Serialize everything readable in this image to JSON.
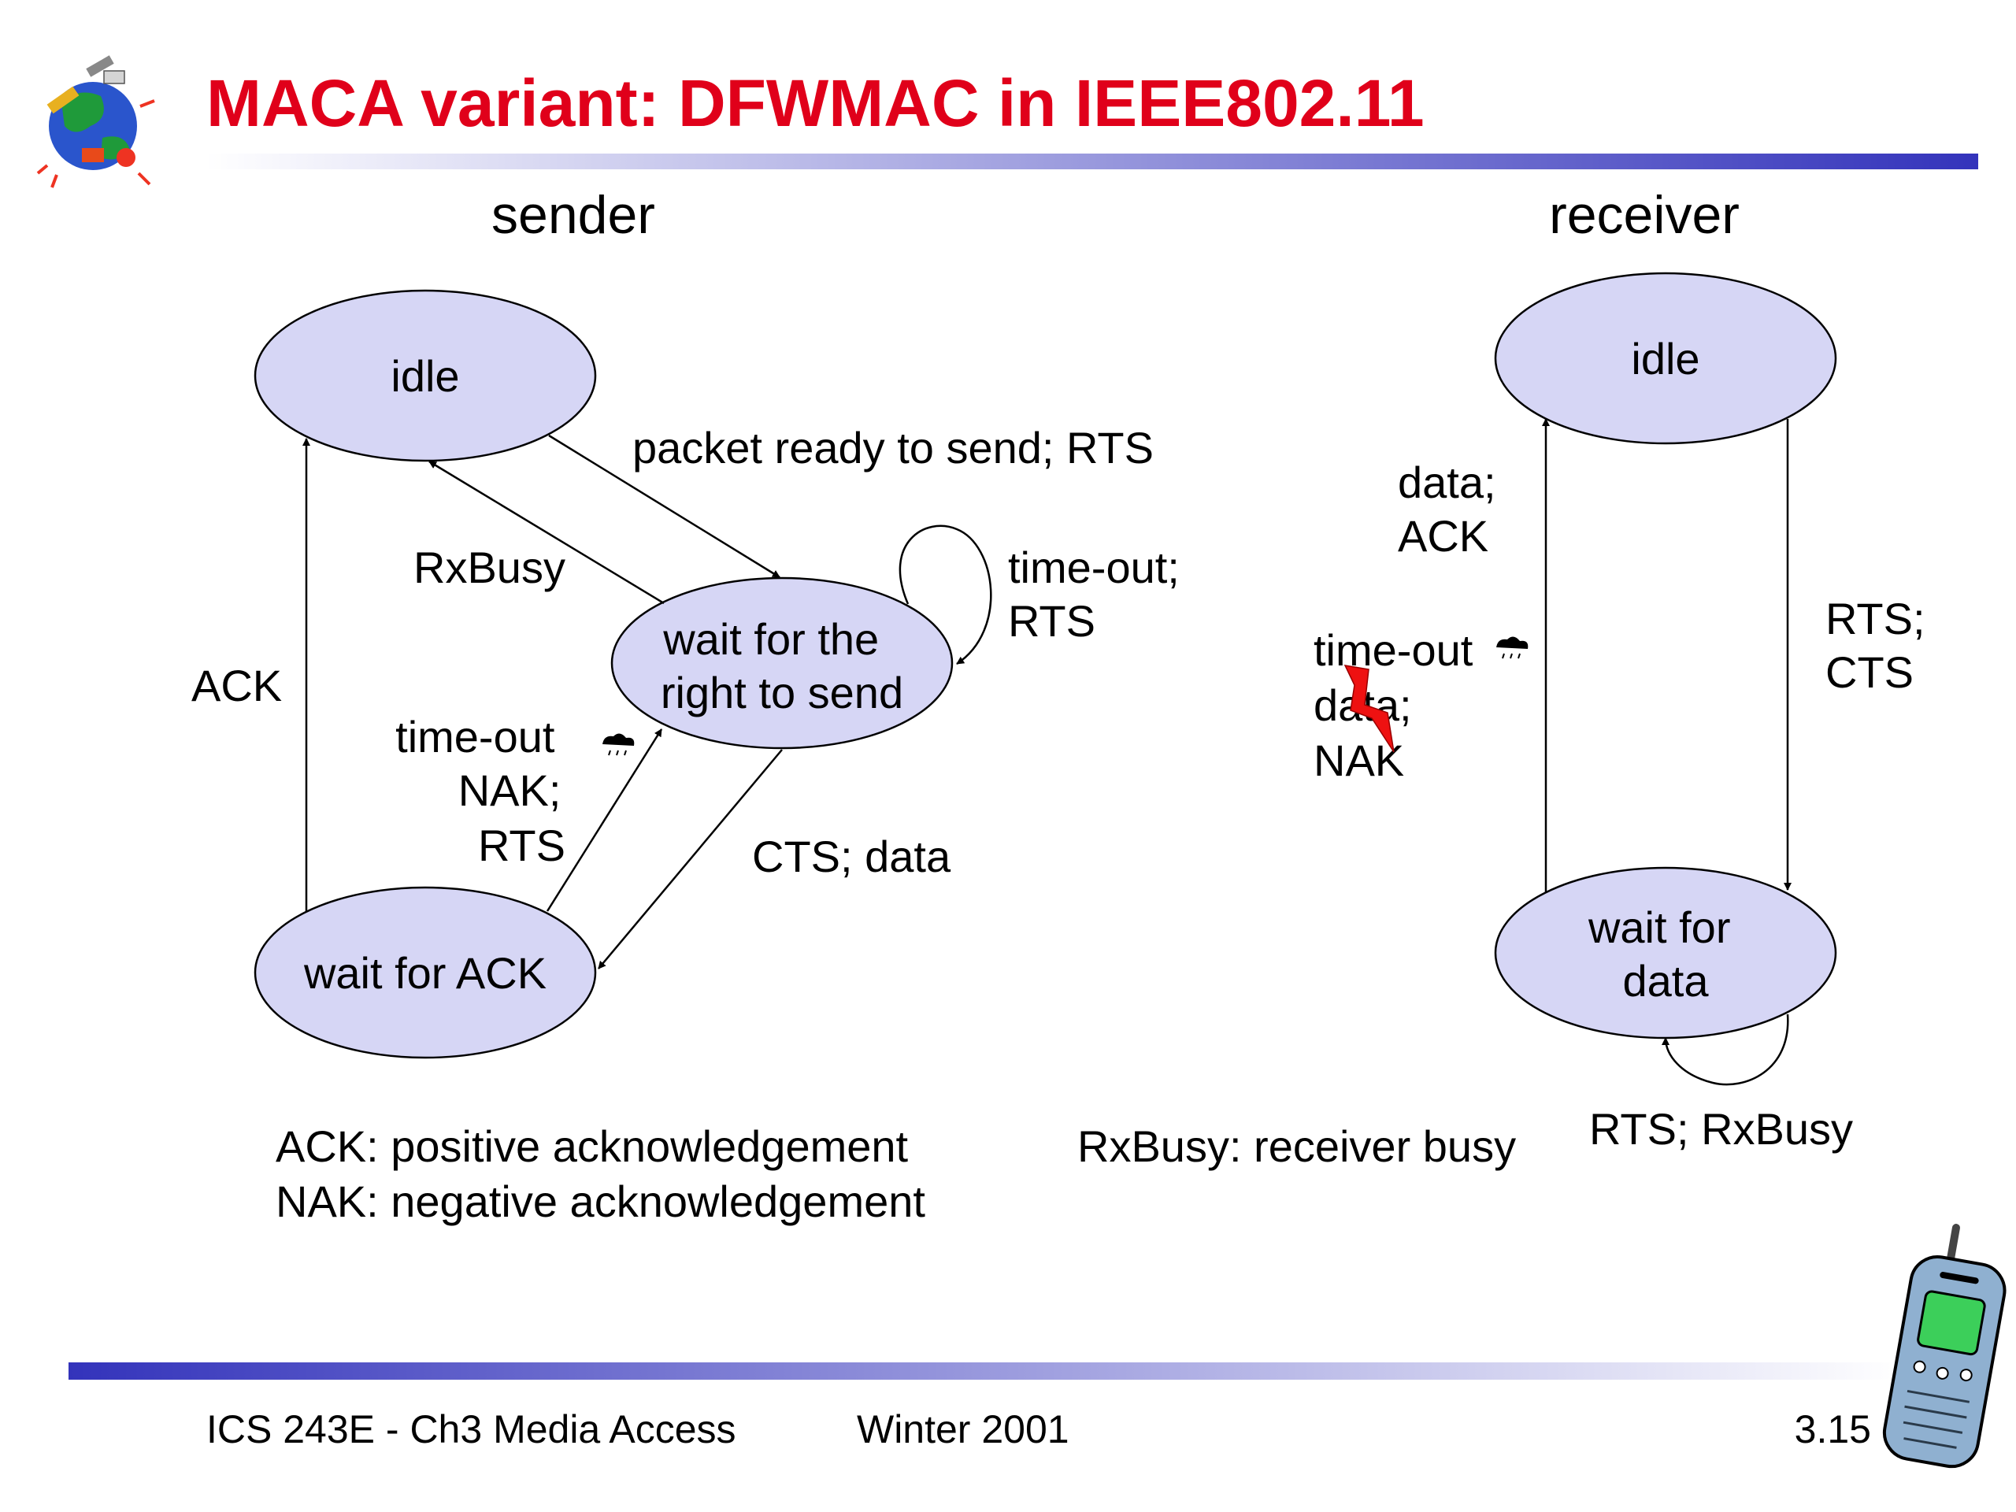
{
  "title": "MACA variant: DFWMAC in IEEE802.11",
  "colors": {
    "title": "#e0001a",
    "node_fill": "#d6d6f5",
    "rule_dark": "#3333bb",
    "rule_light": "#ffffff"
  },
  "icons": {
    "logo": "globe-logo-icon",
    "phone": "mobile-phone-icon",
    "cloud": "rain-cloud-icon",
    "collision": "lightning-bolt-icon"
  },
  "sender": {
    "heading": "sender",
    "states": {
      "idle": "idle",
      "wait_right": [
        "wait for the",
        "right to send"
      ],
      "wait_ack": "wait for ACK"
    },
    "transitions": {
      "packet_ready": "packet ready to send; RTS",
      "rxbusy": "RxBusy",
      "timeout_rts": [
        "time-out;",
        "RTS"
      ],
      "ack": "ACK",
      "timeout_nak": [
        "time-out",
        "NAK;",
        "RTS"
      ],
      "cts_data": "CTS; data"
    }
  },
  "receiver": {
    "heading": "receiver",
    "states": {
      "idle": "idle",
      "wait_data": [
        "wait for",
        "data"
      ]
    },
    "transitions": {
      "data_ack": [
        "data;",
        "ACK"
      ],
      "timeout_data_nak": [
        "time-out",
        "data;",
        "NAK"
      ],
      "rts_cts": [
        "RTS;",
        "CTS"
      ],
      "rts_rxbusy": "RTS; RxBusy"
    }
  },
  "legend": {
    "ack": "ACK: positive acknowledgement",
    "nak": "NAK: negative acknowledgement",
    "rxbusy": "RxBusy: receiver busy"
  },
  "footer": {
    "course": "ICS 243E -  Ch3 Media Access",
    "term": "Winter 2001",
    "page": "3.15"
  }
}
